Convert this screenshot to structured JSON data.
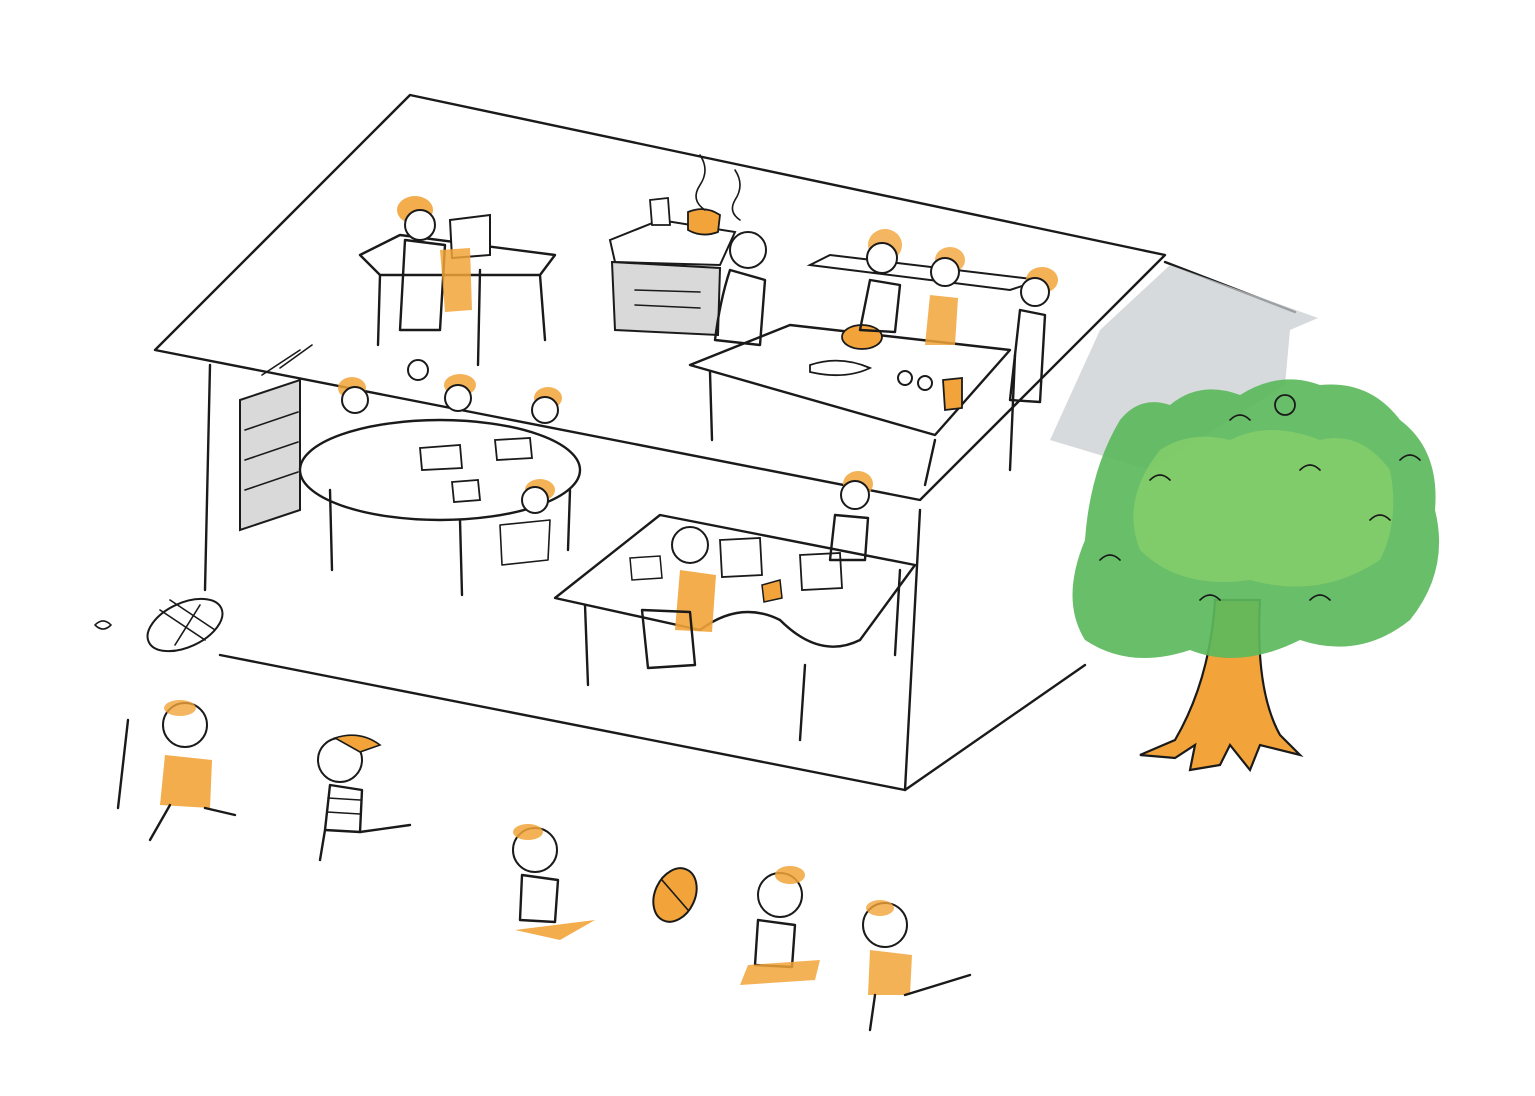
{
  "colors": {
    "background": "#ffffff",
    "ink": "#1a1a1a",
    "orange_accent": "#f2a43a",
    "tree_green": "#5cb85c",
    "tree_green_light": "#8fd46a",
    "shadow_grey": "#c9cdd0",
    "counter_grey": "#d9d9d9"
  },
  "scene": {
    "kind": "isometric-house-illustration",
    "rooms": [
      "reading-table",
      "kitchen-counter",
      "coffee-corner",
      "office-desk"
    ],
    "outdoor": [
      "tree",
      "children-playing",
      "rugby-ball",
      "butterfly-net"
    ]
  }
}
